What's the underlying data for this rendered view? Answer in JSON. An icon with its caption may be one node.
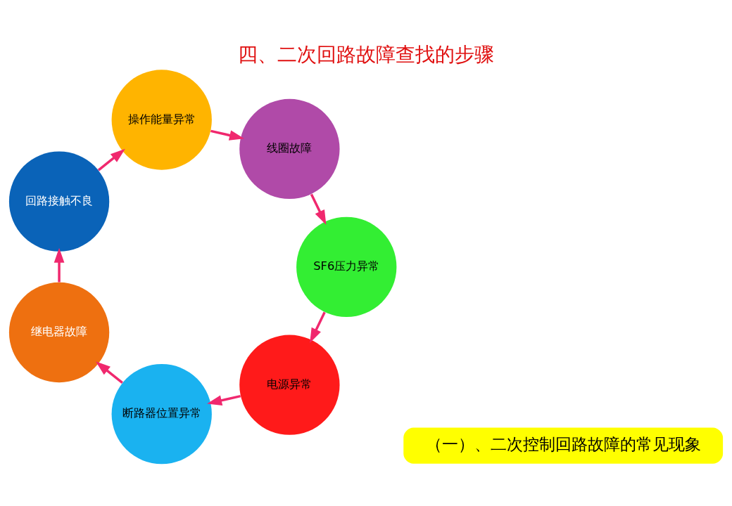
{
  "diagram": {
    "title": "四、二次回路故障查找的步骤",
    "nodes": [
      {
        "text": [
          "（一）、二次控制回路故障的常见现象"
        ]
      },
      {
        "text": [
          "电源异常"
        ]
      },
      {
        "text": [
          "断路器位置异常"
        ]
      },
      {
        "text": [
          "继电器故障"
        ]
      },
      {
        "text": [
          "回路接触不良"
        ]
      },
      {
        "text": [
          "操作能量异常"
        ]
      },
      {
        "text": [
          "线圈故障"
        ]
      },
      {
        "text": [
          "SF6压力异常"
        ]
      }
    ],
    "edges": [
      {
        "from": 1,
        "to": 2,
        "arrow": "to"
      },
      {
        "from": 2,
        "to": 3,
        "arrow": "to"
      },
      {
        "from": 3,
        "to": 4,
        "arrow": "to"
      },
      {
        "from": 4,
        "to": 5,
        "arrow": "to"
      },
      {
        "from": 5,
        "to": 6,
        "arrow": "to"
      },
      {
        "from": 6,
        "to": 7,
        "arrow": "to"
      },
      {
        "from": 7,
        "to": 1,
        "arrow": "to"
      }
    ]
  }
}
